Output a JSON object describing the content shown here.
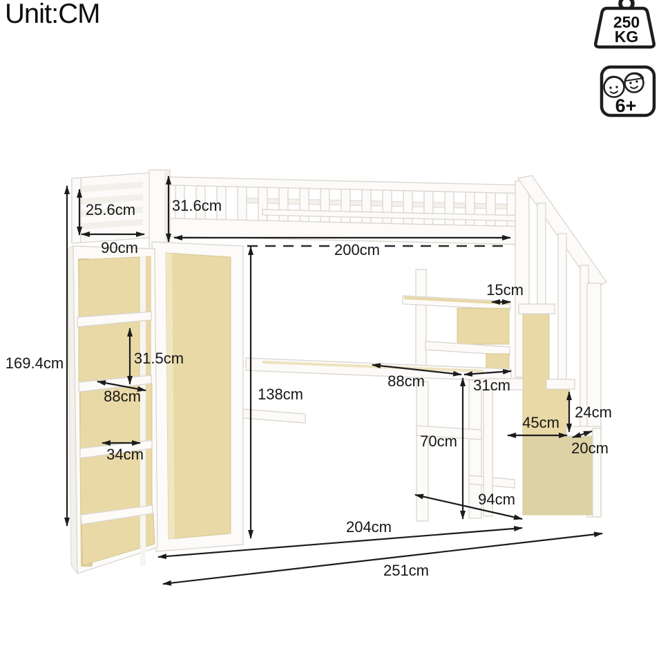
{
  "unit_label": "Unit:CM",
  "badges": {
    "weight": {
      "icon": "weight-capacity-icon",
      "value": "250",
      "unit": "KG"
    },
    "age": {
      "icon": "two-children-icon",
      "label": "6+"
    }
  },
  "colors": {
    "panel_beige": "#e8d9a6",
    "panel_beige_dark": "#ddd1a6",
    "dimension_line": "#1c1c1c",
    "furniture_stroke": "#dcd8d1"
  },
  "diagram": {
    "type": "furniture-dimension-diagram",
    "subject": "loft bed with bookcase, wardrobe, desk hutch and storage staircase"
  },
  "dims": {
    "guard_rail_height": "25.6cm",
    "rail_total_height": "31.6cm",
    "bed_depth": "90cm",
    "bed_length": "200cm",
    "overall_height": "169.4cm",
    "shelf_cell_height": "31.5cm",
    "bookcase_width": "88cm",
    "shelf_cell_width": "34cm",
    "underbed_clearance": "138cm",
    "hutch_shelf_depth": "15cm",
    "desk_length": "88cm",
    "desk_return_width": "31cm",
    "desk_height": "70cm",
    "stair_storage_width": "45cm",
    "step_height": "24cm",
    "step_depth": "20cm",
    "stair_footprint_depth": "94cm",
    "base_length": "204cm",
    "overall_length": "251cm"
  }
}
